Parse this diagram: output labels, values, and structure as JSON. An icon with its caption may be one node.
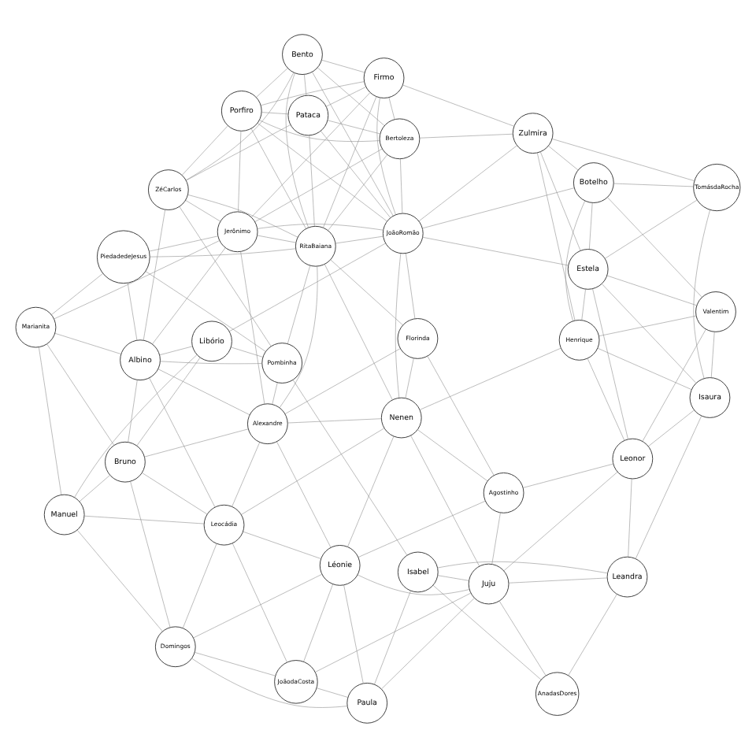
{
  "diagram": {
    "nodes": [
      {
        "text": [
          "Bento"
        ]
      },
      {
        "text": [
          "ZéCarlos"
        ]
      },
      {
        "text": [
          "Pataca"
        ]
      },
      {
        "text": [
          "Firmo"
        ]
      },
      {
        "text": [
          "Porfiro"
        ]
      },
      {
        "text": [
          "Libório"
        ]
      },
      {
        "text": [
          "TomásdaRocha"
        ]
      },
      {
        "text": [
          "PiedadedeJesus"
        ]
      },
      {
        "text": [
          "Jerônimo"
        ]
      },
      {
        "text": [
          "Pombinha"
        ]
      },
      {
        "text": [
          "Bertoleza"
        ]
      },
      {
        "text": [
          "Botelho"
        ]
      },
      {
        "text": [
          "RitaBaiana"
        ]
      },
      {
        "text": [
          "Albino"
        ]
      },
      {
        "text": [
          "Zulmira"
        ]
      },
      {
        "text": [
          "JoãoRomão"
        ]
      },
      {
        "text": [
          "Marianita"
        ]
      },
      {
        "text": [
          "Estela"
        ]
      },
      {
        "text": [
          "Florinda"
        ]
      },
      {
        "text": [
          "Alexandre"
        ]
      },
      {
        "text": [
          "Bruno"
        ]
      },
      {
        "text": [
          "Manuel"
        ]
      },
      {
        "text": [
          "Henrique"
        ]
      },
      {
        "text": [
          "Nenen"
        ]
      },
      {
        "text": [
          "Leocádia"
        ]
      },
      {
        "text": [
          "Isaura"
        ]
      },
      {
        "text": [
          "Domingos"
        ]
      },
      {
        "text": [
          "Valentim"
        ]
      },
      {
        "text": [
          "Leonor"
        ]
      },
      {
        "text": [
          "Agostinho"
        ]
      },
      {
        "text": [
          "Léonie"
        ]
      },
      {
        "text": [
          "JoãodaCosta"
        ]
      },
      {
        "text": [
          "Leandra"
        ]
      },
      {
        "text": [
          "Juju"
        ]
      },
      {
        "text": [
          "Paula"
        ]
      },
      {
        "text": [
          "Isabel"
        ]
      },
      {
        "text": [
          "AnadasDores"
        ]
      }
    ],
    "edges": [
      {
        "from": 0,
        "to": 2,
        "arrow": "none"
      },
      {
        "from": 0,
        "to": 3,
        "arrow": "none"
      },
      {
        "from": 0,
        "to": 4,
        "arrow": "none"
      },
      {
        "from": 0,
        "to": 12,
        "arrow": "none"
      },
      {
        "from": 0,
        "to": 15,
        "arrow": "none"
      },
      {
        "from": 0,
        "to": 10,
        "arrow": "none"
      },
      {
        "from": 0,
        "to": 1,
        "arrow": "none"
      },
      {
        "from": 1,
        "to": 2,
        "arrow": "none"
      },
      {
        "from": 1,
        "to": 4,
        "arrow": "none"
      },
      {
        "from": 1,
        "to": 8,
        "arrow": "none"
      },
      {
        "from": 1,
        "to": 12,
        "arrow": "none"
      },
      {
        "from": 1,
        "to": 9,
        "arrow": "none"
      },
      {
        "from": 1,
        "to": 13,
        "arrow": "none"
      },
      {
        "from": 2,
        "to": 3,
        "arrow": "none"
      },
      {
        "from": 2,
        "to": 4,
        "arrow": "none"
      },
      {
        "from": 2,
        "to": 10,
        "arrow": "none"
      },
      {
        "from": 2,
        "to": 15,
        "arrow": "none"
      },
      {
        "from": 2,
        "to": 12,
        "arrow": "none"
      },
      {
        "from": 3,
        "to": 4,
        "arrow": "none"
      },
      {
        "from": 3,
        "to": 12,
        "arrow": "none"
      },
      {
        "from": 3,
        "to": 8,
        "arrow": "none"
      },
      {
        "from": 3,
        "to": 10,
        "arrow": "none"
      },
      {
        "from": 3,
        "to": 15,
        "arrow": "none"
      },
      {
        "from": 3,
        "to": 14,
        "arrow": "none"
      },
      {
        "from": 4,
        "to": 12,
        "arrow": "none"
      },
      {
        "from": 4,
        "to": 8,
        "arrow": "none"
      },
      {
        "from": 4,
        "to": 15,
        "arrow": "none"
      },
      {
        "from": 4,
        "to": 10,
        "arrow": "none"
      },
      {
        "from": 5,
        "to": 9,
        "arrow": "none"
      },
      {
        "from": 5,
        "to": 13,
        "arrow": "none"
      },
      {
        "from": 5,
        "to": 20,
        "arrow": "none"
      },
      {
        "from": 5,
        "to": 21,
        "arrow": "none"
      },
      {
        "from": 5,
        "to": 15,
        "arrow": "none"
      },
      {
        "from": 6,
        "to": 11,
        "arrow": "none"
      },
      {
        "from": 6,
        "to": 14,
        "arrow": "none"
      },
      {
        "from": 6,
        "to": 17,
        "arrow": "none"
      },
      {
        "from": 6,
        "to": 25,
        "arrow": "none"
      },
      {
        "from": 7,
        "to": 8,
        "arrow": "none"
      },
      {
        "from": 7,
        "to": 12,
        "arrow": "none"
      },
      {
        "from": 7,
        "to": 9,
        "arrow": "none"
      },
      {
        "from": 7,
        "to": 16,
        "arrow": "none"
      },
      {
        "from": 7,
        "to": 13,
        "arrow": "none"
      },
      {
        "from": 8,
        "to": 12,
        "arrow": "none"
      },
      {
        "from": 8,
        "to": 15,
        "arrow": "none"
      },
      {
        "from": 8,
        "to": 10,
        "arrow": "none"
      },
      {
        "from": 8,
        "to": 13,
        "arrow": "none"
      },
      {
        "from": 8,
        "to": 19,
        "arrow": "none"
      },
      {
        "from": 9,
        "to": 12,
        "arrow": "none"
      },
      {
        "from": 9,
        "to": 13,
        "arrow": "none"
      },
      {
        "from": 9,
        "to": 19,
        "arrow": "none"
      },
      {
        "from": 9,
        "to": 35,
        "arrow": "none"
      },
      {
        "from": 10,
        "to": 15,
        "arrow": "none"
      },
      {
        "from": 10,
        "to": 12,
        "arrow": "none"
      },
      {
        "from": 10,
        "to": 14,
        "arrow": "none"
      },
      {
        "from": 11,
        "to": 14,
        "arrow": "none"
      },
      {
        "from": 11,
        "to": 17,
        "arrow": "none"
      },
      {
        "from": 11,
        "to": 15,
        "arrow": "none"
      },
      {
        "from": 11,
        "to": 22,
        "arrow": "none"
      },
      {
        "from": 12,
        "to": 15,
        "arrow": "none"
      },
      {
        "from": 12,
        "to": 19,
        "arrow": "none"
      },
      {
        "from": 12,
        "to": 18,
        "arrow": "none"
      },
      {
        "from": 12,
        "to": 23,
        "arrow": "none"
      },
      {
        "from": 13,
        "to": 19,
        "arrow": "none"
      },
      {
        "from": 13,
        "to": 20,
        "arrow": "none"
      },
      {
        "from": 13,
        "to": 24,
        "arrow": "none"
      },
      {
        "from": 14,
        "to": 15,
        "arrow": "none"
      },
      {
        "from": 14,
        "to": 17,
        "arrow": "none"
      },
      {
        "from": 14,
        "to": 22,
        "arrow": "none"
      },
      {
        "from": 15,
        "to": 17,
        "arrow": "none"
      },
      {
        "from": 15,
        "to": 18,
        "arrow": "none"
      },
      {
        "from": 15,
        "to": 23,
        "arrow": "none"
      },
      {
        "from": 16,
        "to": 8,
        "arrow": "none"
      },
      {
        "from": 16,
        "to": 21,
        "arrow": "none"
      },
      {
        "from": 16,
        "to": 20,
        "arrow": "none"
      },
      {
        "from": 16,
        "to": 13,
        "arrow": "none"
      },
      {
        "from": 17,
        "to": 22,
        "arrow": "none"
      },
      {
        "from": 17,
        "to": 25,
        "arrow": "none"
      },
      {
        "from": 17,
        "to": 28,
        "arrow": "none"
      },
      {
        "from": 18,
        "to": 19,
        "arrow": "none"
      },
      {
        "from": 18,
        "to": 23,
        "arrow": "none"
      },
      {
        "from": 18,
        "to": 29,
        "arrow": "none"
      },
      {
        "from": 19,
        "to": 23,
        "arrow": "none"
      },
      {
        "from": 19,
        "to": 24,
        "arrow": "none"
      },
      {
        "from": 19,
        "to": 20,
        "arrow": "none"
      },
      {
        "from": 19,
        "to": 30,
        "arrow": "none"
      },
      {
        "from": 20,
        "to": 24,
        "arrow": "none"
      },
      {
        "from": 20,
        "to": 21,
        "arrow": "none"
      },
      {
        "from": 20,
        "to": 26,
        "arrow": "none"
      },
      {
        "from": 21,
        "to": 24,
        "arrow": "none"
      },
      {
        "from": 21,
        "to": 26,
        "arrow": "none"
      },
      {
        "from": 22,
        "to": 25,
        "arrow": "none"
      },
      {
        "from": 22,
        "to": 28,
        "arrow": "none"
      },
      {
        "from": 22,
        "to": 23,
        "arrow": "none"
      },
      {
        "from": 23,
        "to": 29,
        "arrow": "none"
      },
      {
        "from": 23,
        "to": 30,
        "arrow": "none"
      },
      {
        "from": 23,
        "to": 24,
        "arrow": "none"
      },
      {
        "from": 23,
        "to": 33,
        "arrow": "none"
      },
      {
        "from": 24,
        "to": 30,
        "arrow": "none"
      },
      {
        "from": 24,
        "to": 26,
        "arrow": "none"
      },
      {
        "from": 24,
        "to": 31,
        "arrow": "none"
      },
      {
        "from": 25,
        "to": 28,
        "arrow": "none"
      },
      {
        "from": 25,
        "to": 32,
        "arrow": "none"
      },
      {
        "from": 26,
        "to": 30,
        "arrow": "none"
      },
      {
        "from": 26,
        "to": 31,
        "arrow": "none"
      },
      {
        "from": 26,
        "to": 34,
        "arrow": "none"
      },
      {
        "from": 27,
        "to": 17,
        "arrow": "none"
      },
      {
        "from": 27,
        "to": 25,
        "arrow": "none"
      },
      {
        "from": 27,
        "to": 28,
        "arrow": "none"
      },
      {
        "from": 27,
        "to": 11,
        "arrow": "none"
      },
      {
        "from": 27,
        "to": 22,
        "arrow": "none"
      },
      {
        "from": 28,
        "to": 29,
        "arrow": "none"
      },
      {
        "from": 28,
        "to": 32,
        "arrow": "none"
      },
      {
        "from": 28,
        "to": 33,
        "arrow": "none"
      },
      {
        "from": 29,
        "to": 33,
        "arrow": "none"
      },
      {
        "from": 29,
        "to": 30,
        "arrow": "none"
      },
      {
        "from": 30,
        "to": 33,
        "arrow": "none"
      },
      {
        "from": 30,
        "to": 31,
        "arrow": "none"
      },
      {
        "from": 30,
        "to": 34,
        "arrow": "none"
      },
      {
        "from": 31,
        "to": 34,
        "arrow": "none"
      },
      {
        "from": 31,
        "to": 33,
        "arrow": "none"
      },
      {
        "from": 32,
        "to": 33,
        "arrow": "none"
      },
      {
        "from": 32,
        "to": 36,
        "arrow": "none"
      },
      {
        "from": 32,
        "to": 35,
        "arrow": "none"
      },
      {
        "from": 33,
        "to": 35,
        "arrow": "none"
      },
      {
        "from": 33,
        "to": 34,
        "arrow": "none"
      },
      {
        "from": 33,
        "to": 36,
        "arrow": "none"
      },
      {
        "from": 34,
        "to": 35,
        "arrow": "none"
      },
      {
        "from": 35,
        "to": 36,
        "arrow": "none"
      }
    ]
  }
}
